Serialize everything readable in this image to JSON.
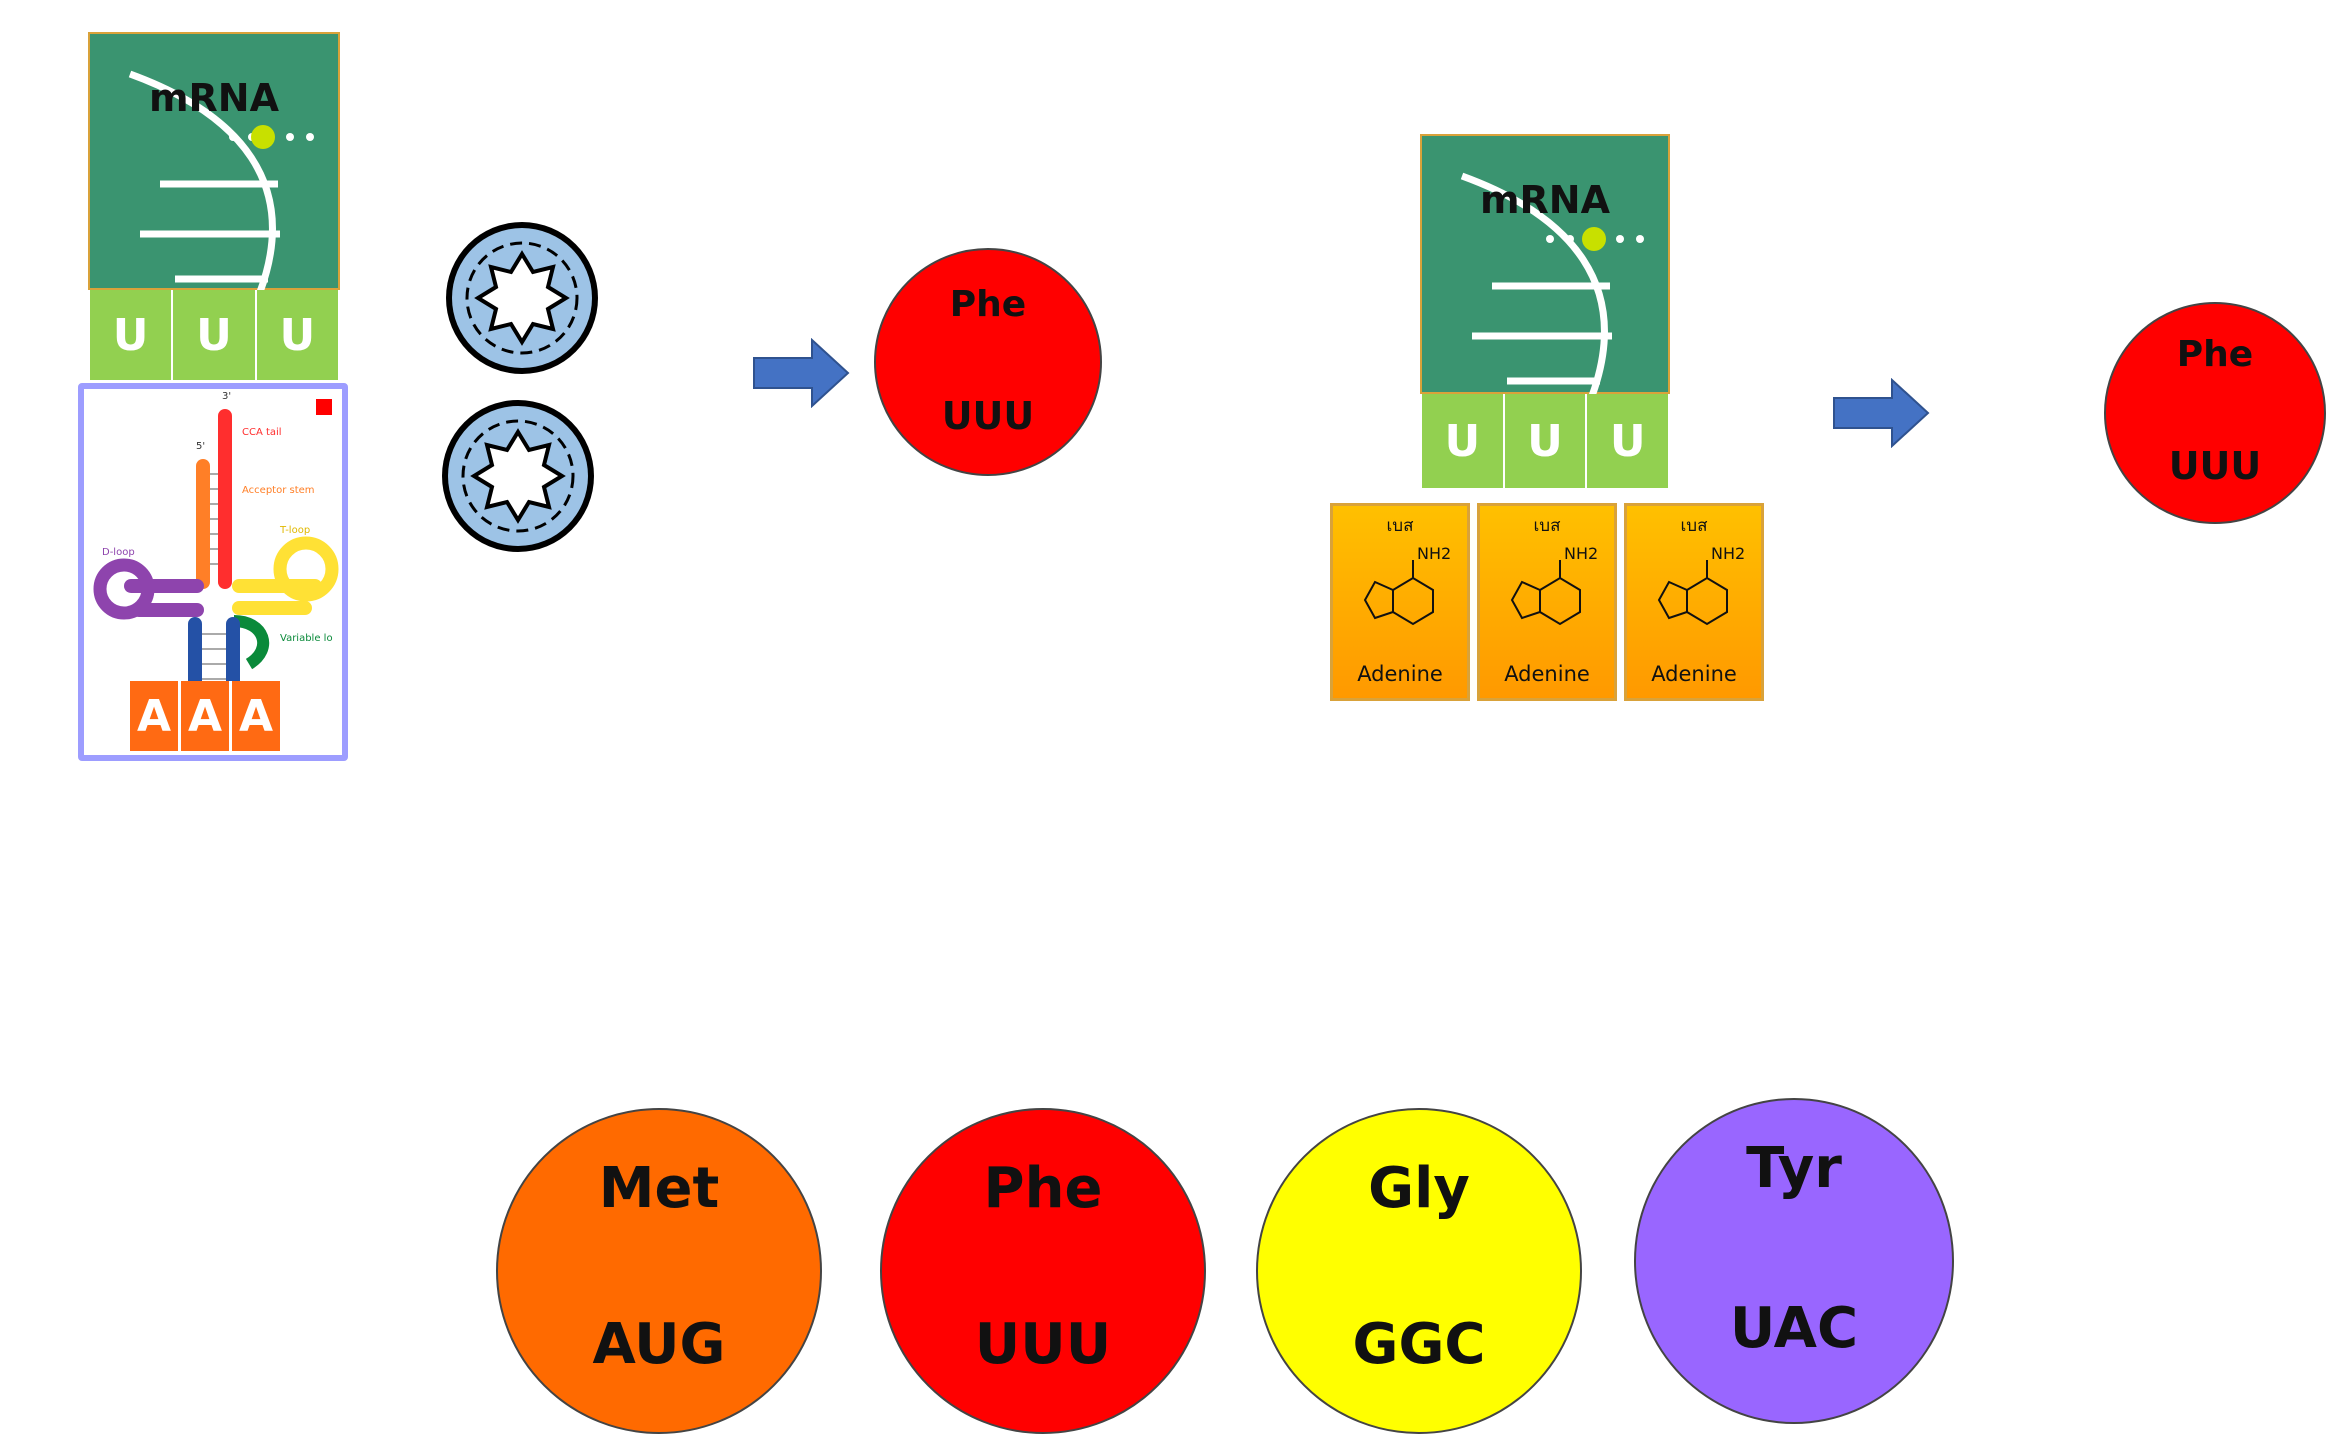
{
  "left_group": {
    "mrna": {
      "title": "mRNA",
      "codon": [
        "U",
        "U",
        "U"
      ]
    },
    "trna": {
      "anticodon": [
        "A",
        "A",
        "A"
      ],
      "labels": {
        "cca": "CCA tail",
        "acceptor": "Acceptor stem",
        "tloop": "T-loop",
        "dloop": "D-loop",
        "variable": "Variable lo",
        "five_prime": "5'",
        "three_prime": "3'"
      }
    },
    "result": {
      "name": "Phe",
      "codon": "UUU"
    }
  },
  "right_group": {
    "mrna": {
      "title": "mRNA",
      "codon": [
        "U",
        "U",
        "U"
      ]
    },
    "bases": [
      {
        "title": "เบส",
        "group": "NH2",
        "name": "Adenine"
      },
      {
        "title": "เบส",
        "group": "NH2",
        "name": "Adenine"
      },
      {
        "title": "เบส",
        "group": "NH2",
        "name": "Adenine"
      }
    ],
    "result": {
      "name": "Phe",
      "codon": "UUU"
    }
  },
  "amino_acids": [
    {
      "name": "Met",
      "codon": "AUG",
      "color": "#ff6a00"
    },
    {
      "name": "Phe",
      "codon": "UUU",
      "color": "#ff0000"
    },
    {
      "name": "Gly",
      "codon": "GGC",
      "color": "#ffff00"
    },
    {
      "name": "Tyr",
      "codon": "UAC",
      "color": "#9966ff"
    }
  ],
  "colors": {
    "mrna_green": "#3a9470",
    "codon_green": "#92d050",
    "anticodon_orange": "#ff6a13",
    "arrow_blue": "#4472c4",
    "badge_blue": "#9dc3e6",
    "adenine_orange": "#ffb000"
  },
  "icons": [
    "helix-icon",
    "ribosome-badge-icon",
    "arrow-right-icon",
    "adenine-structure-icon"
  ]
}
